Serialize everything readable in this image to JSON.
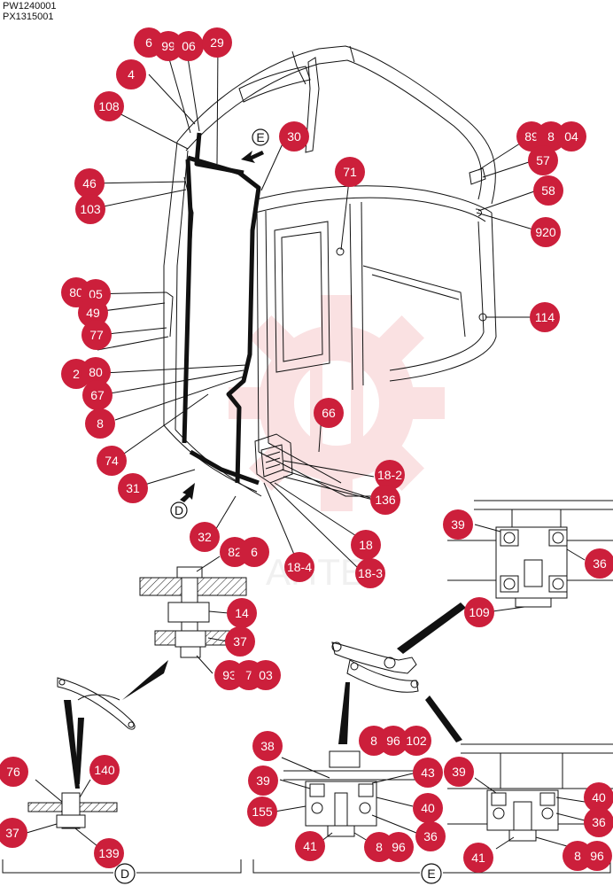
{
  "header": {
    "code_1": "PW1240001",
    "code_2": "PX1315001"
  },
  "sections": {
    "D": "D",
    "E": "E"
  },
  "watermark": "AHTE",
  "callouts": [
    {
      "id": "c6",
      "label": "6"
    },
    {
      "id": "c99",
      "label": "99"
    },
    {
      "id": "c106",
      "label": "06"
    },
    {
      "id": "c29",
      "label": "29"
    },
    {
      "id": "c4",
      "label": "4"
    },
    {
      "id": "c108",
      "label": "108"
    },
    {
      "id": "c30",
      "label": "30"
    },
    {
      "id": "c46",
      "label": "46"
    },
    {
      "id": "c103",
      "label": "103"
    },
    {
      "id": "c71",
      "label": "71"
    },
    {
      "id": "c89",
      "label": "89"
    },
    {
      "id": "c8r",
      "label": "8"
    },
    {
      "id": "c104",
      "label": "04"
    },
    {
      "id": "c57",
      "label": "57"
    },
    {
      "id": "c58",
      "label": "58"
    },
    {
      "id": "c920",
      "label": "920"
    },
    {
      "id": "c80a",
      "label": "80"
    },
    {
      "id": "c105",
      "label": "05"
    },
    {
      "id": "c49",
      "label": "49"
    },
    {
      "id": "c77",
      "label": "77"
    },
    {
      "id": "c2",
      "label": "2"
    },
    {
      "id": "c80b",
      "label": "80"
    },
    {
      "id": "c67",
      "label": "67"
    },
    {
      "id": "c8",
      "label": "8"
    },
    {
      "id": "c114",
      "label": "114"
    },
    {
      "id": "c66",
      "label": "66"
    },
    {
      "id": "c74",
      "label": "74"
    },
    {
      "id": "c18-2",
      "label": "18-2"
    },
    {
      "id": "c136",
      "label": "136"
    },
    {
      "id": "c31",
      "label": "31"
    },
    {
      "id": "c32",
      "label": "32"
    },
    {
      "id": "c82",
      "label": "82"
    },
    {
      "id": "c6b",
      "label": "6"
    },
    {
      "id": "c18",
      "label": "18"
    },
    {
      "id": "c18-4",
      "label": "18-4"
    },
    {
      "id": "c18-3",
      "label": "18-3"
    },
    {
      "id": "c39a",
      "label": "39"
    },
    {
      "id": "c36a",
      "label": "36"
    },
    {
      "id": "c14",
      "label": "14"
    },
    {
      "id": "c109",
      "label": "109"
    },
    {
      "id": "c37a",
      "label": "37"
    },
    {
      "id": "c93",
      "label": "93"
    },
    {
      "id": "c7",
      "label": "7"
    },
    {
      "id": "c03",
      "label": "03"
    },
    {
      "id": "c38",
      "label": "38"
    },
    {
      "id": "c8c",
      "label": "8"
    },
    {
      "id": "c96a",
      "label": "96"
    },
    {
      "id": "c102",
      "label": "102"
    },
    {
      "id": "c43",
      "label": "43"
    },
    {
      "id": "c39b",
      "label": "39"
    },
    {
      "id": "c40a",
      "label": "40"
    },
    {
      "id": "c155",
      "label": "155"
    },
    {
      "id": "c36b",
      "label": "36"
    },
    {
      "id": "c41a",
      "label": "41"
    },
    {
      "id": "c8d",
      "label": "8"
    },
    {
      "id": "c96b",
      "label": "96"
    },
    {
      "id": "c39c",
      "label": "39"
    },
    {
      "id": "c40b",
      "label": "40"
    },
    {
      "id": "c36c",
      "label": "36"
    },
    {
      "id": "c41b",
      "label": "41"
    },
    {
      "id": "c8e",
      "label": "8"
    },
    {
      "id": "c96c",
      "label": "96"
    },
    {
      "id": "c76",
      "label": "76"
    },
    {
      "id": "c140",
      "label": "140"
    },
    {
      "id": "c37b",
      "label": "37"
    },
    {
      "id": "c139",
      "label": "139"
    }
  ],
  "colors": {
    "callout": "#cc1f3b",
    "watermark": "#f6c9cc",
    "line": "#111111"
  }
}
